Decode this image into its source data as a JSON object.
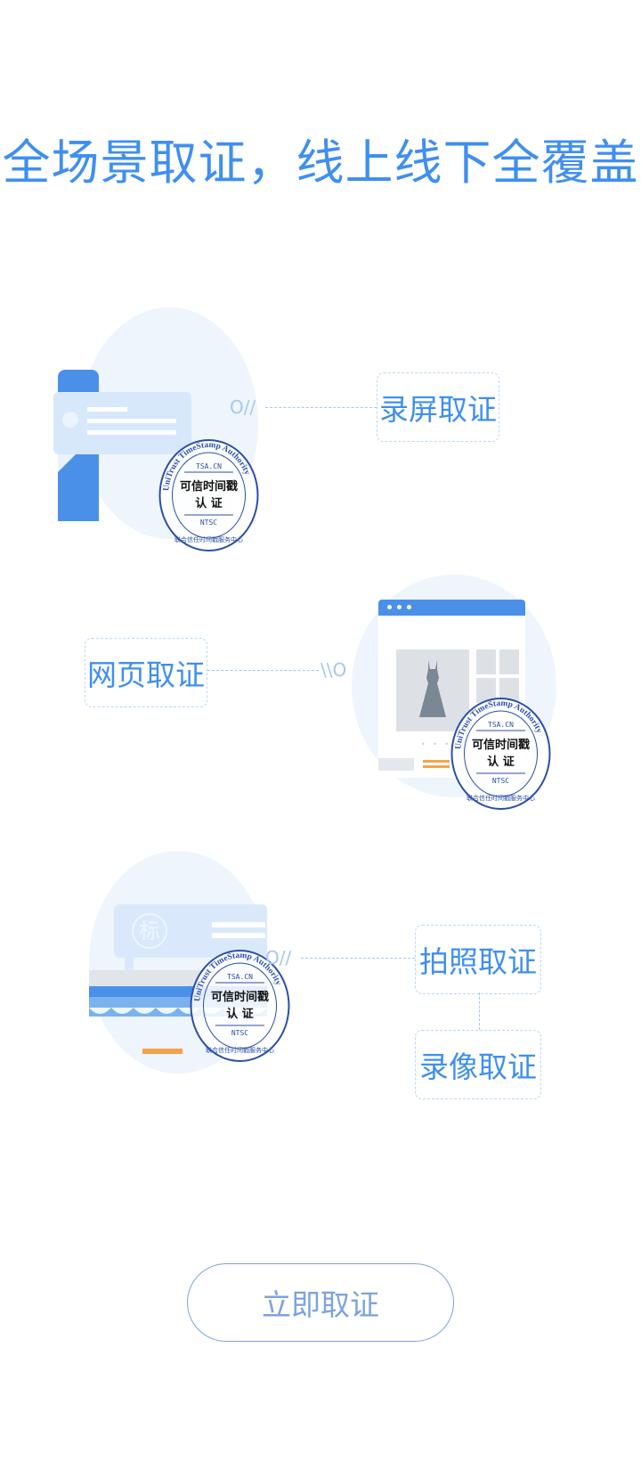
{
  "header": {
    "title": "全场景取证，线上线下全覆盖"
  },
  "scenes": [
    {
      "label": "录屏取证",
      "illustration": "screen-recording-illustration"
    },
    {
      "label": "网页取证",
      "illustration": "webpage-illustration"
    },
    {
      "label": "拍照取证",
      "illustration": "storefront-illustration"
    },
    {
      "label": "录像取证"
    }
  ],
  "connector_marks": {
    "right": "O//",
    "left": "\\\\O"
  },
  "stamp": {
    "ring_top": "UniTrust TimeStamp Authority",
    "ring_bottom": "联合信任时间戳服务中心",
    "line1": "TSA.CN",
    "line2": "可信时间戳",
    "line3": "认 证",
    "line4": "NTSC"
  },
  "storefront": {
    "sign": "标"
  },
  "cta": {
    "label": "立即取证"
  },
  "colors": {
    "primary": "#3f8ff0",
    "button_border": "#7ea2e0",
    "stamp": "#2c4ea8",
    "accent_orange": "#f5a34c"
  }
}
